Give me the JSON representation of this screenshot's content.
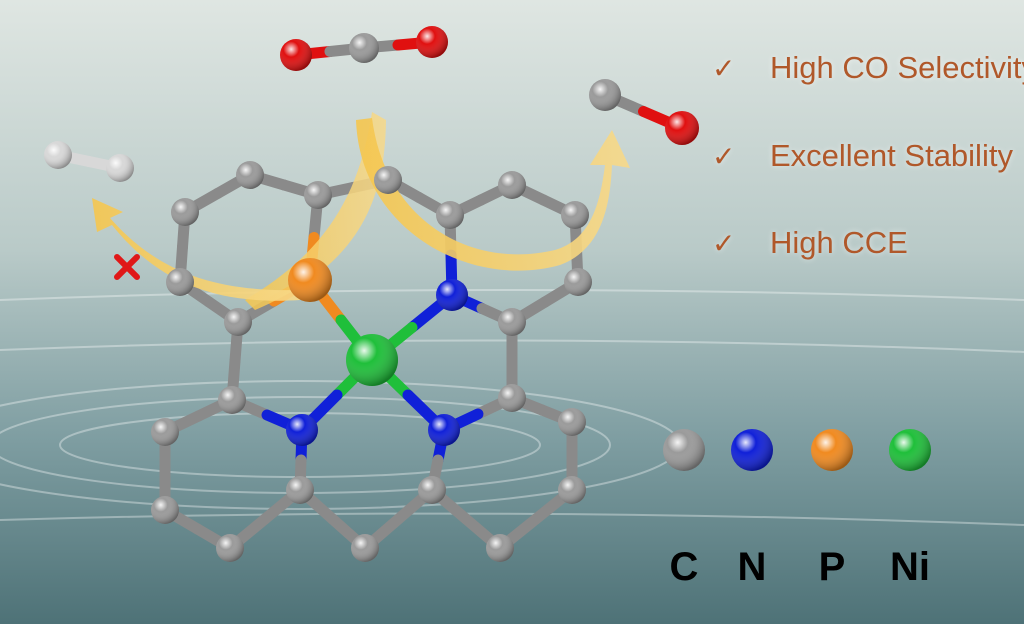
{
  "features": [
    {
      "check": "✓",
      "label": "High CO Selectivity"
    },
    {
      "check": "✓",
      "label": "Excellent Stability"
    },
    {
      "check": "✓",
      "label": "High CCE"
    }
  ],
  "legend": [
    {
      "label": "C",
      "color": "#9a9a9a"
    },
    {
      "label": "N",
      "color": "#1020d8"
    },
    {
      "label": "P",
      "color": "#f08a20"
    },
    {
      "label": "Ni",
      "color": "#1fbf3a"
    }
  ],
  "colors": {
    "accent": "#b0582a",
    "arrow": "#f2c050",
    "oxygen": "#e01010",
    "hydrogen": "#d8d8d8",
    "bond": "#8a8a8a",
    "blocked_mark": "#e01818"
  },
  "icons": [
    "check-icon",
    "blocked-x-icon",
    "curved-arrow-icon"
  ]
}
